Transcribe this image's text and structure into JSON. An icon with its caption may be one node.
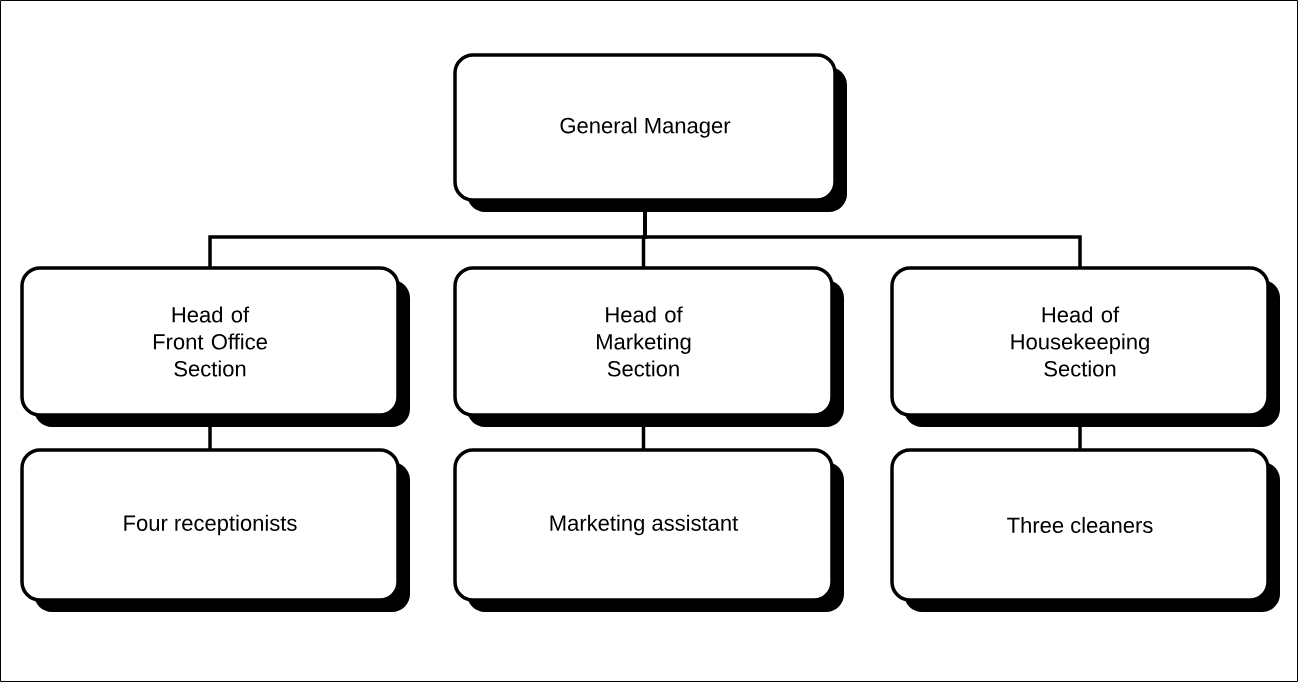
{
  "diagram": {
    "nodes": [
      {
        "text": [
          "General Manager"
        ]
      },
      {
        "text": [
          "Head of Front Office Section"
        ]
      },
      {
        "text": [
          "Head of Marketing Section"
        ]
      },
      {
        "text": [
          "Head of Housekeeping Section"
        ]
      },
      {
        "text": [
          "Four receptionists"
        ]
      },
      {
        "text": [
          "Marketing assistant"
        ]
      },
      {
        "text": [
          "Three cleaners"
        ]
      }
    ],
    "edges": [
      {
        "from": 0,
        "to": 1,
        "arrow": "none"
      },
      {
        "from": 0,
        "to": 2,
        "arrow": "none"
      },
      {
        "from": 0,
        "to": 3,
        "arrow": "none"
      },
      {
        "from": 1,
        "to": 4,
        "arrow": "none"
      },
      {
        "from": 2,
        "to": 5,
        "arrow": "none"
      },
      {
        "from": 3,
        "to": 6,
        "arrow": "none"
      }
    ]
  }
}
